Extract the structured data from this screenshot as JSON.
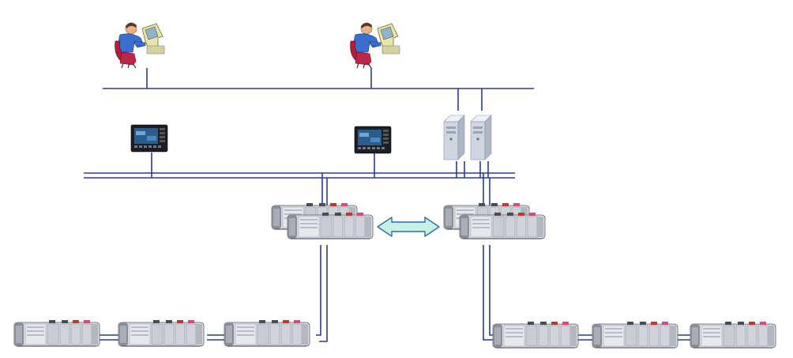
{
  "diagram": {
    "type": "redundant control system network topology",
    "colors": {
      "network_line": "#2b3a8c",
      "sync_arrow_fill": "#c8f0e6",
      "sync_arrow_stroke": "#2b6fa8",
      "chassis_body": "#d9dbe0",
      "chassis_dark": "#6b6e78",
      "hmi_screen": "#2c5c8c",
      "server_body": "#cfd6e2"
    },
    "nodes": {
      "operator_stations": [
        {
          "id": "operator-station-1",
          "icon": "operator-workstation-icon"
        },
        {
          "id": "operator-station-2",
          "icon": "operator-workstation-icon"
        }
      ],
      "hmi_panels": [
        {
          "id": "hmi-panel-1",
          "icon": "hmi-panel-icon"
        },
        {
          "id": "hmi-panel-2",
          "icon": "hmi-panel-icon"
        }
      ],
      "servers": [
        {
          "id": "server-1",
          "icon": "server-tower-icon"
        },
        {
          "id": "server-2",
          "icon": "server-tower-icon"
        }
      ],
      "redundant_controllers": [
        {
          "id": "controller-pair-a",
          "icon": "plc-chassis-icon"
        },
        {
          "id": "controller-pair-b",
          "icon": "plc-chassis-icon"
        }
      ],
      "io_chassis": [
        {
          "id": "io-chassis-a1",
          "icon": "plc-chassis-icon"
        },
        {
          "id": "io-chassis-a2",
          "icon": "plc-chassis-icon"
        },
        {
          "id": "io-chassis-a3",
          "icon": "plc-chassis-icon"
        },
        {
          "id": "io-chassis-b1",
          "icon": "plc-chassis-icon"
        },
        {
          "id": "io-chassis-b2",
          "icon": "plc-chassis-icon"
        },
        {
          "id": "io-chassis-b3",
          "icon": "plc-chassis-icon"
        }
      ]
    },
    "networks": [
      "supervisory-network",
      "redundant-control-network",
      "io-network-a",
      "io-network-b"
    ],
    "links": [
      {
        "from": "controller-pair-a",
        "to": "controller-pair-b",
        "kind": "redundancy-sync"
      }
    ]
  }
}
